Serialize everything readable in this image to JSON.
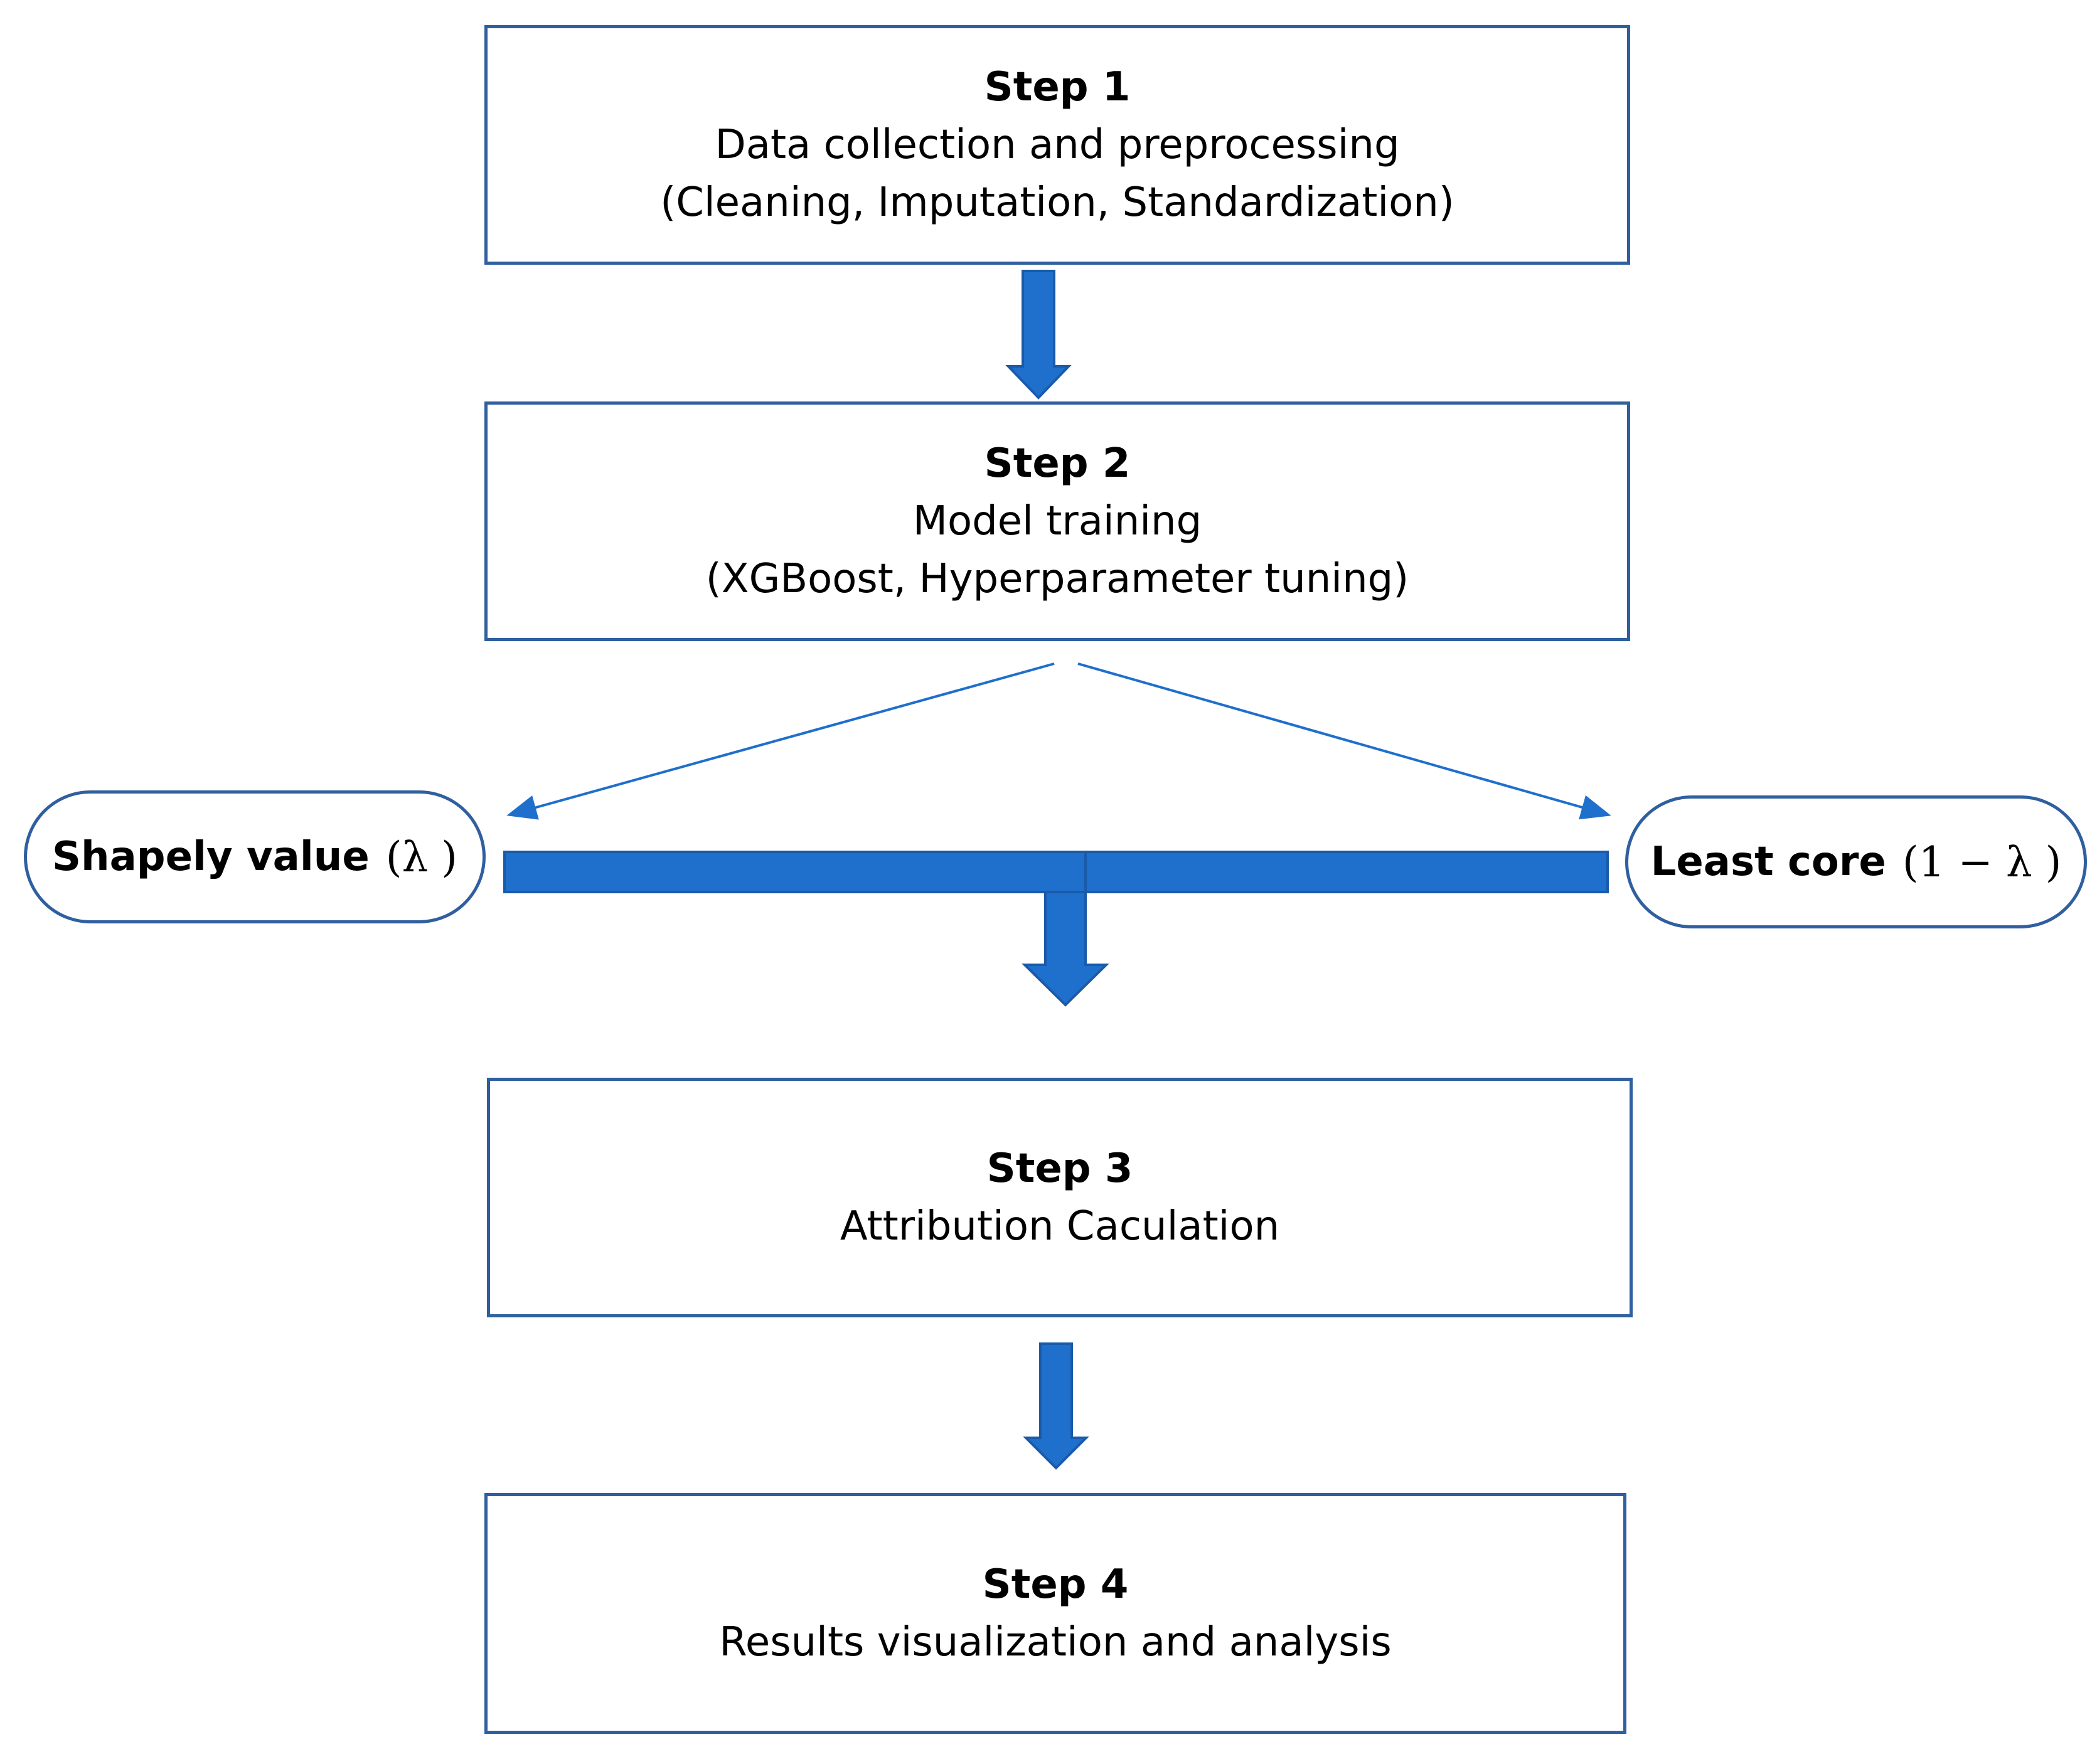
{
  "colors": {
    "arrow_fill": "#1f6fcc",
    "arrow_stroke": "#1a5aa8",
    "box_border": "#2f5f9f"
  },
  "steps": [
    {
      "title": "Step 1",
      "lines": [
        "Data collection and preprocessing",
        "(Cleaning, Imputation, Standardization)"
      ]
    },
    {
      "title": "Step 2",
      "lines": [
        "Model training",
        "(XGBoost, Hyperparameter tuning)"
      ]
    },
    {
      "title": "Step 3",
      "lines": [
        "Attribution Caculation"
      ]
    },
    {
      "title": "Step 4",
      "lines": [
        "Results visualization and analysis"
      ]
    }
  ],
  "branches": {
    "left": {
      "label": "Shapely value",
      "math": "(λ )"
    },
    "right": {
      "label": "Least core",
      "math": "(1 − λ )"
    }
  }
}
